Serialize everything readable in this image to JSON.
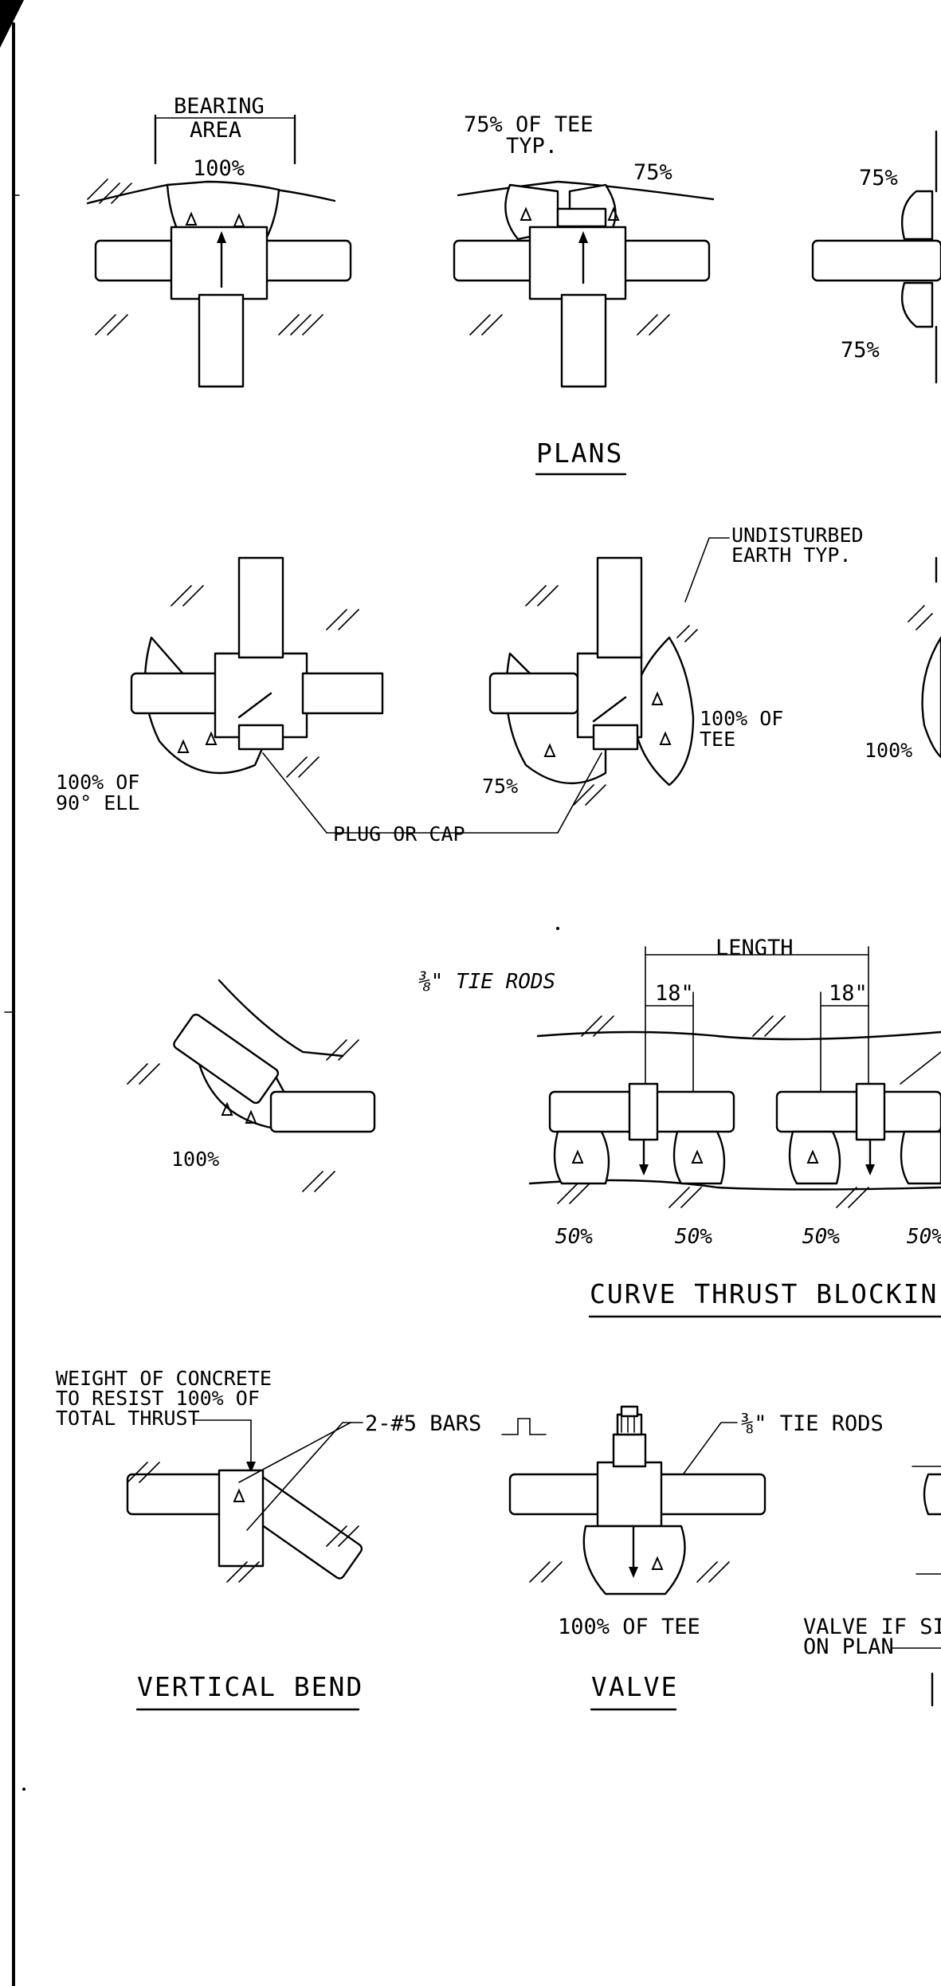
{
  "labels": {
    "bearing_area": "BEARING",
    "bearing_area_2": "AREA",
    "p1_pct": "100%",
    "tee_75_line1": "75% OF TEE",
    "tee_75_line2": "TYP.",
    "p2_pct": "75%",
    "p3_pct_top": "75%",
    "p3_pct_bot": "75%",
    "undisturbed_1": "UNDISTURBED",
    "undisturbed_2": "EARTH TYP.",
    "ell_pct_1": "100% OF",
    "ell_pct_2": "90° ELL",
    "cap_pct": "75%",
    "tee_pct_1": "100% OF",
    "tee_pct_2": "TEE",
    "plug_cap": "PLUG OR CAP",
    "r2_right_pct": "100%",
    "tie_rods_38": "⅜\" TIE RODS",
    "length": "LENGTH",
    "dim_18_a": "18\"",
    "dim_18_b": "18\"",
    "bend_pct": "100%",
    "c_50_1": "50%",
    "c_50_2": "50%",
    "c_50_3": "50%",
    "c_50_4": "50%",
    "weight_1": "WEIGHT OF CONCRETE",
    "weight_2": "TO RESIST 100% OF",
    "weight_3": "TOTAL THRUST",
    "bars": "2-#5 BARS",
    "valve_tie_rods": "⅜\"  TIE RODS",
    "valve_pct": "100% OF TEE",
    "valve_if_1": "VALVE IF SI",
    "valve_if_2": "ON PLAN"
  },
  "titles": {
    "plans": "PLANS",
    "curve": "CURVE THRUST BLOCKIN",
    "vertical_bend": "VERTICAL BEND",
    "valve": "VALVE"
  }
}
